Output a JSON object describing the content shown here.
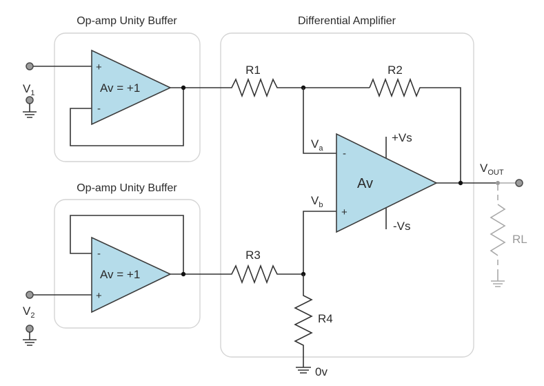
{
  "diagram": {
    "type": "circuit-schematic",
    "subject": "Instrumentation / buffered differential amplifier",
    "colors": {
      "opamp_fill": "#b5dcea",
      "wire": "#333333",
      "load_wire": "#a8a8a8",
      "group_box": "#d4d4d4",
      "terminal": "#9b9b9b"
    }
  },
  "groups": {
    "buffer_top": {
      "title": "Op-amp Unity Buffer"
    },
    "buffer_bottom": {
      "title": "Op-amp Unity Buffer"
    },
    "diff_amp": {
      "title": "Differential Amplifier"
    }
  },
  "buffers": [
    {
      "gain_label": "Av = +1",
      "plus": "+",
      "minus": "-"
    },
    {
      "gain_label": "Av = +1",
      "plus": "+",
      "minus": "-"
    }
  ],
  "main_amp": {
    "gain_label": "Av",
    "plus": "+",
    "minus": "-",
    "supply_pos": "+Vs",
    "supply_neg": "-Vs"
  },
  "inputs": {
    "v1": {
      "main": "V",
      "sub": "1"
    },
    "v2": {
      "main": "V",
      "sub": "2"
    }
  },
  "nodes": {
    "va": {
      "main": "V",
      "sub": "a"
    },
    "vb": {
      "main": "V",
      "sub": "b"
    },
    "vout": {
      "main": "V",
      "sub": "OUT"
    }
  },
  "resistors": {
    "r1": "R1",
    "r2": "R2",
    "r3": "R3",
    "r4": "R4",
    "rl": "RL"
  },
  "ground_label": "0v"
}
